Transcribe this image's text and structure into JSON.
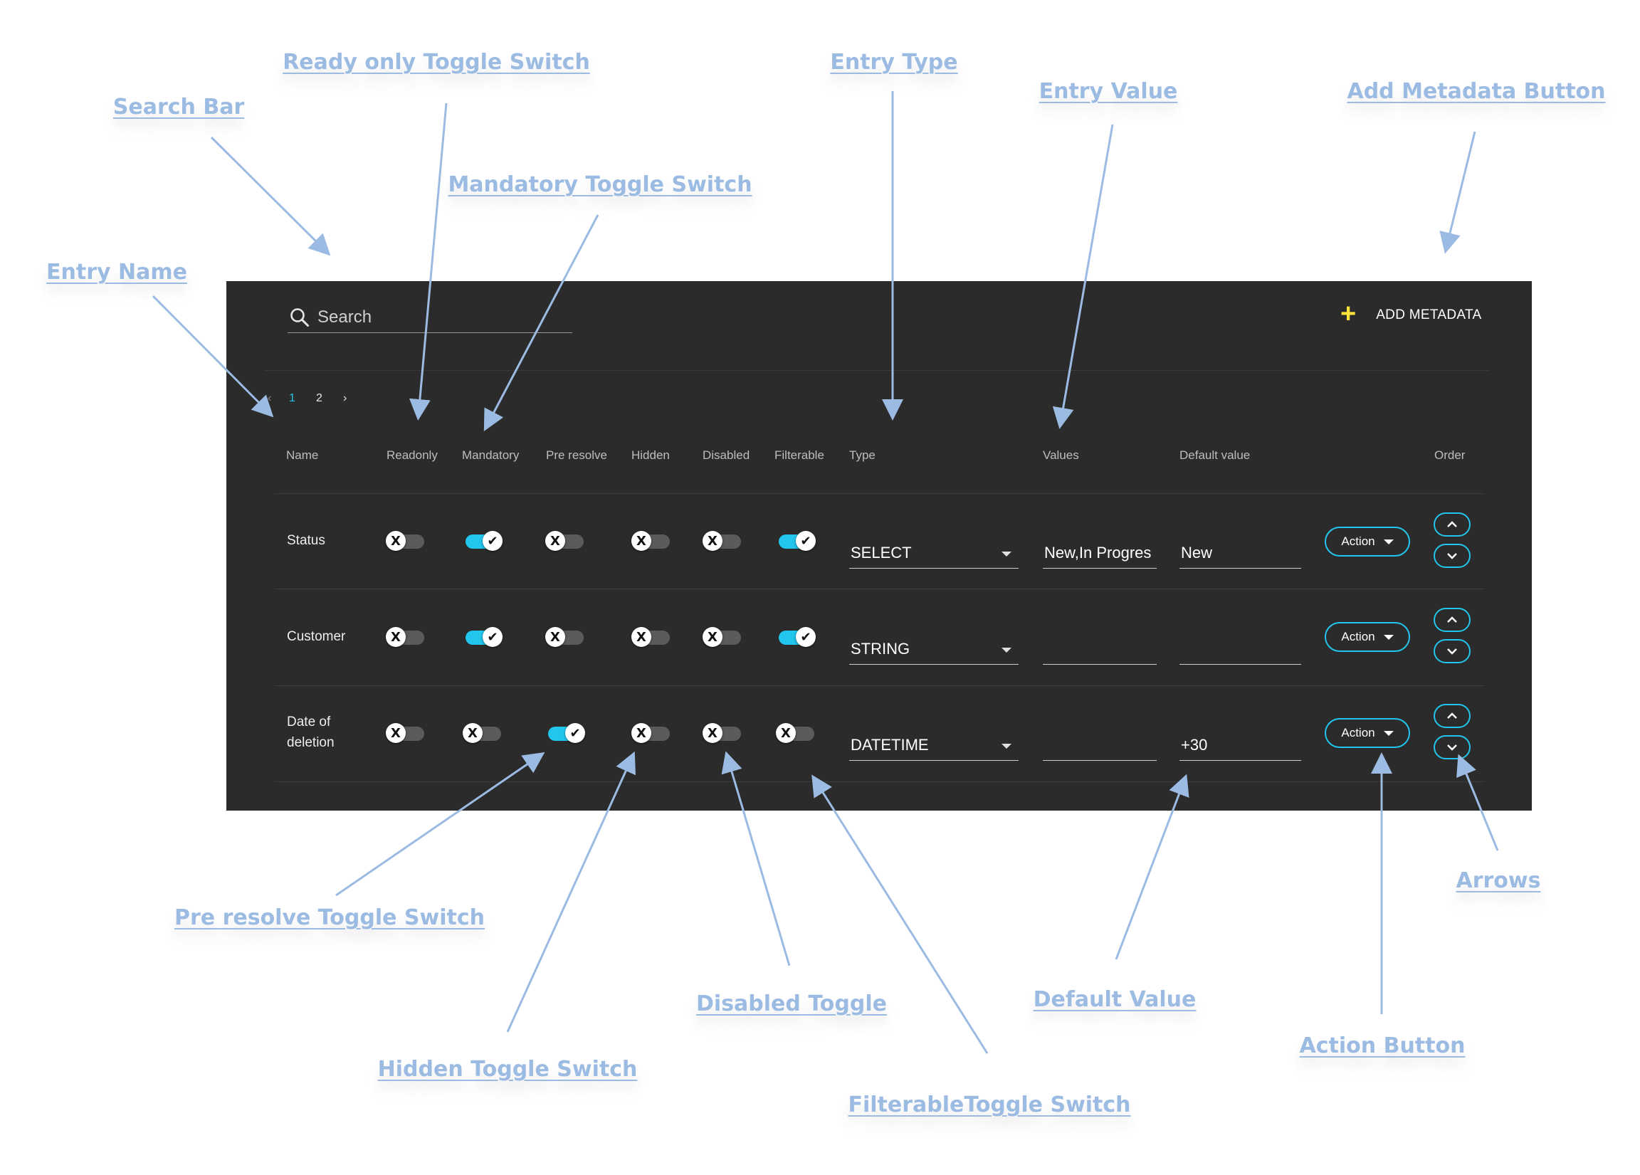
{
  "annotations": {
    "readonly_toggle": "Ready only Toggle Switch",
    "entry_type": "Entry Type",
    "entry_value": "Entry Value",
    "add_metadata_button": "Add Metadata  Button",
    "search_bar": "Search Bar",
    "mandatory_toggle": "Mandatory Toggle Switch",
    "entry_name": "Entry Name",
    "pre_resolve_toggle": "Pre resolve Toggle Switch",
    "arrows": "Arrows",
    "disabled_toggle": "Disabled Toggle",
    "default_value": "Default Value",
    "action_button": "Action Button",
    "hidden_toggle": "Hidden Toggle Switch",
    "filterable_toggle": "FilterableToggle Switch"
  },
  "search": {
    "placeholder": "Search",
    "icon": "search-icon"
  },
  "toolbar": {
    "add_icon": "plus-icon",
    "add_label": "ADD METADATA"
  },
  "pagination": {
    "prev": "‹",
    "pages": [
      "1",
      "2"
    ],
    "current": "1",
    "next": "›"
  },
  "columns": {
    "name": "Name",
    "readonly": "Readonly",
    "mandatory": "Mandatory",
    "pre_resolve": "Pre resolve",
    "hidden": "Hidden",
    "disabled": "Disabled",
    "filterable": "Filterable",
    "type": "Type",
    "values": "Values",
    "default_value": "Default value",
    "order": "Order"
  },
  "rows": [
    {
      "name_lines": [
        "Status"
      ],
      "readonly": false,
      "mandatory": true,
      "pre_resolve": false,
      "hidden": false,
      "disabled": false,
      "filterable": true,
      "type": "SELECT",
      "values": "New,In Progres",
      "default_value": "New",
      "action": "Action"
    },
    {
      "name_lines": [
        "Customer"
      ],
      "readonly": false,
      "mandatory": true,
      "pre_resolve": false,
      "hidden": false,
      "disabled": false,
      "filterable": true,
      "type": "STRING",
      "values": "",
      "default_value": "",
      "action": "Action"
    },
    {
      "name_lines": [
        "Date of",
        "deletion"
      ],
      "readonly": false,
      "mandatory": false,
      "pre_resolve": true,
      "hidden": false,
      "disabled": false,
      "filterable": false,
      "type": "DATETIME",
      "values": "",
      "default_value": "+30",
      "action": "Action"
    }
  ],
  "toggle_glyphs": {
    "off": "X",
    "on": "✔"
  },
  "colors": {
    "panel_bg": "#2b2b2b",
    "accent": "#22c6ec",
    "add_icon": "#ffe53b",
    "annotation": "#9bbbe3",
    "toggle_off_track": "#5b5b5b"
  }
}
